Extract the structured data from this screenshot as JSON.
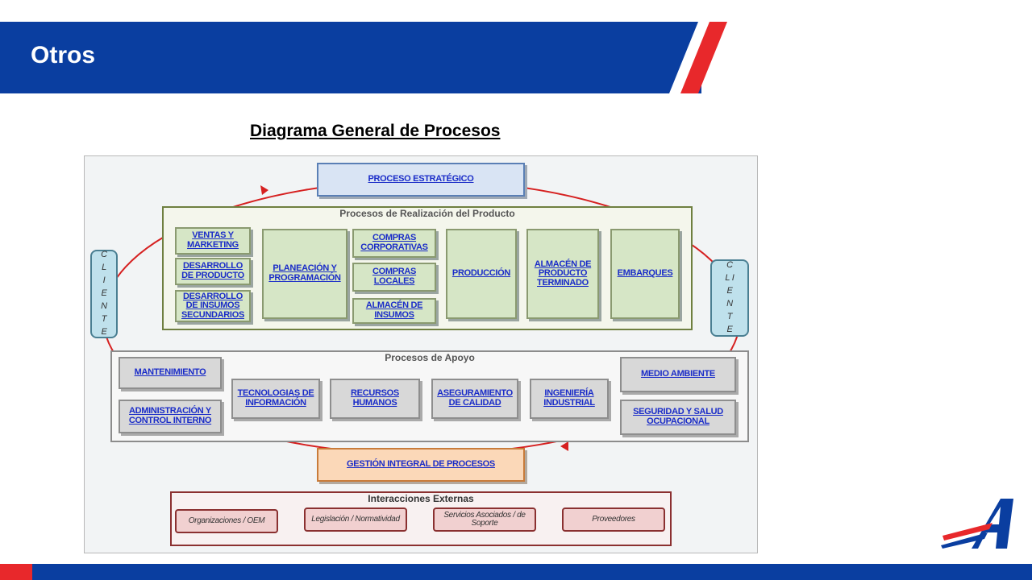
{
  "header": {
    "title": "Otros"
  },
  "diagram": {
    "title": "Diagrama General de Procesos",
    "strategic": "PROCESO ESTRATÉGICO",
    "realization": {
      "label": "Procesos de Realización del Producto",
      "ventas": "VENTAS Y MARKETING",
      "desarrollo_producto": "DESARROLLO DE PRODUCTO",
      "desarrollo_insumos": "DESARROLLO DE INSUMOS SECUNDARIOS",
      "planeacion": "PLANEACIÓN Y PROGRAMACIÓN",
      "compras_corp": "COMPRAS CORPORATIVAS",
      "compras_locales": "COMPRAS LOCALES",
      "almacen_insumos": "ALMACÉN DE INSUMOS",
      "produccion": "PRODUCCIÓN",
      "almacen_terminado": "ALMACÉN DE PRODUCTO TERMINADO",
      "embarques": "EMBARQUES"
    },
    "cliente_left": "C L I E N T E",
    "cliente_right": "C L I E N T E",
    "support": {
      "label": "Procesos de Apoyo",
      "mantenimiento": "MANTENIMIENTO",
      "administracion": "ADMINISTRACIÓN Y CONTROL INTERNO",
      "tecnologias": "TECNOLOGIAS DE INFORMACIÓN",
      "recursos": "RECURSOS HUMANOS",
      "aseguramiento": "ASEGURAMIENTO DE CALIDAD",
      "ingenieria": "INGENIERÍA INDUSTRIAL",
      "medio_ambiente": "MEDIO AMBIENTE",
      "seguridad": "SEGURIDAD Y SALUD OCUPACIONAL"
    },
    "gestion": "GESTIÓN INTEGRAL DE PROCESOS",
    "external": {
      "label": "Interacciones Externas",
      "organizaciones": "Organizaciones / OEM",
      "legislacion": "Legislación / Normatividad",
      "servicios": "Servicios Asociados / de Soporte",
      "proveedores": "Proveedores"
    }
  },
  "colors": {
    "brand_blue": "#0a3ea0",
    "brand_red": "#e8282b"
  },
  "icons": {
    "logo": "company-logo-icon"
  }
}
